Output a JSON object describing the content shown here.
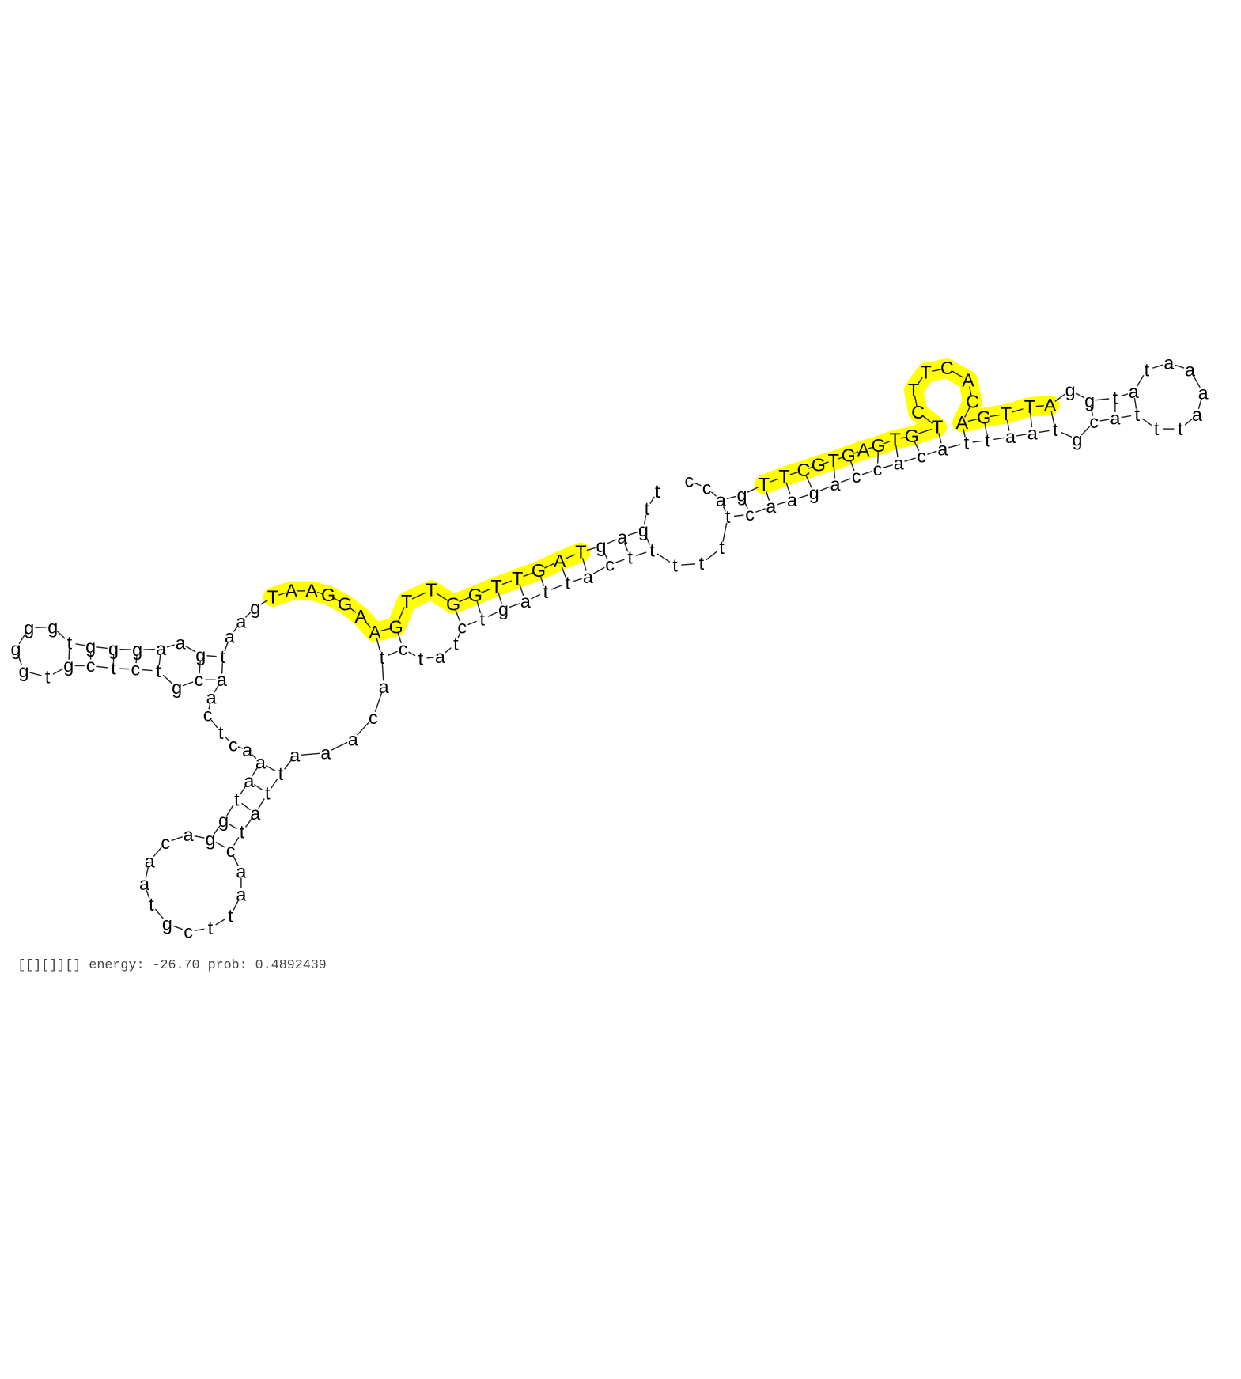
{
  "structure": {
    "sequence": [
      "t",
      "t",
      "g",
      "a",
      "g",
      "T",
      "A",
      "G",
      "T",
      "T",
      "G",
      "G",
      "T",
      "T",
      "G",
      "A",
      "A",
      "G",
      "G",
      "A",
      "A",
      "T",
      "g",
      "a",
      "a",
      "t",
      "g",
      "a",
      "a",
      "g",
      "g",
      "g",
      "t",
      "g",
      "g",
      "g",
      "g",
      "t",
      "g",
      "c",
      "t",
      "c",
      "t",
      "g",
      "c",
      "a",
      "a",
      "c",
      "t",
      "c",
      "a",
      "a",
      "a",
      "t",
      "g",
      "g",
      "a",
      "c",
      "a",
      "a",
      "t",
      "g",
      "c",
      "t",
      "t",
      "a",
      "a",
      "c",
      "t",
      "a",
      "t",
      "t",
      "a",
      "a",
      "a",
      "c",
      "a",
      "t",
      "c",
      "t",
      "a",
      "t",
      "c",
      "t",
      "g",
      "a",
      "t",
      "t",
      "a",
      "c",
      "t",
      "t",
      "t",
      "t",
      "t",
      "t",
      "c",
      "a",
      "a",
      "g",
      "a",
      "c",
      "c",
      "a",
      "c",
      "a",
      "t",
      "t",
      "a",
      "a",
      "t",
      "g",
      "c",
      "a",
      "t",
      "t",
      "t",
      "a",
      "a",
      "a",
      "a",
      "t",
      "a",
      "t",
      "g",
      "g",
      "A",
      "T",
      "T",
      "G",
      "A",
      "C",
      "A",
      "C",
      "T",
      "T",
      "C",
      "T",
      "G",
      "T",
      "G",
      "A",
      "G",
      "T",
      "G",
      "C",
      "T",
      "T",
      "g",
      "a",
      "c",
      "c"
    ],
    "pairs": [
      [
        2,
        91
      ],
      [
        3,
        90
      ],
      [
        4,
        89
      ],
      [
        5,
        88
      ],
      [
        6,
        87
      ],
      [
        7,
        86
      ],
      [
        8,
        85
      ],
      [
        9,
        84
      ],
      [
        10,
        83
      ],
      [
        11,
        82
      ],
      [
        14,
        78
      ],
      [
        15,
        77
      ],
      [
        25,
        45
      ],
      [
        26,
        44
      ],
      [
        28,
        42
      ],
      [
        29,
        41
      ],
      [
        30,
        40
      ],
      [
        31,
        39
      ],
      [
        32,
        38
      ],
      [
        51,
        71
      ],
      [
        52,
        70
      ],
      [
        53,
        69
      ],
      [
        54,
        68
      ],
      [
        55,
        67
      ],
      [
        149,
        95
      ],
      [
        148,
        96
      ],
      [
        147,
        97
      ],
      [
        146,
        98
      ],
      [
        145,
        99
      ],
      [
        143,
        100
      ],
      [
        142,
        101
      ],
      [
        140,
        102
      ],
      [
        139,
        103
      ],
      [
        138,
        104
      ],
      [
        137,
        105
      ],
      [
        130,
        106
      ],
      [
        129,
        107
      ],
      [
        128,
        108
      ],
      [
        127,
        109
      ],
      [
        126,
        110
      ],
      [
        124,
        112
      ],
      [
        123,
        113
      ],
      [
        122,
        114
      ]
    ],
    "highlighted_ranges": [
      [
        5,
        21
      ],
      [
        126,
        147
      ]
    ],
    "highlight_color": "#ffff00"
  },
  "caption": "[[][]][] energy: -26.70 prob: 0.4892439"
}
